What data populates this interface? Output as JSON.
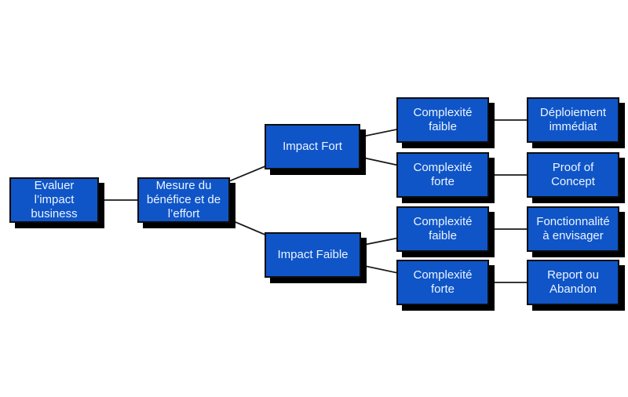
{
  "diagram": {
    "type": "flowchart",
    "language": "fr",
    "colors": {
      "background": "#ffffff",
      "node_fill": "#0f55c7",
      "node_text": "#edf4ff",
      "node_border": "#0d0d0d",
      "shadow": "#000000",
      "connector": "#1a1a1a"
    },
    "nodes": {
      "evaluer": {
        "label": "Evaluer\nl’impact\nbusiness"
      },
      "mesure": {
        "label": "Mesure du\nbénéfice et de\nl’effort"
      },
      "fort": {
        "label": "Impact Fort"
      },
      "faible": {
        "label": "Impact Faible"
      },
      "cf1": {
        "label": "Complexité\nfaible"
      },
      "ct1": {
        "label": "Complexité\nforte"
      },
      "cf2": {
        "label": "Complexité\nfaible"
      },
      "ct2": {
        "label": "Complexité\nforte"
      },
      "deploiement": {
        "label": "Déploiement\nimmédiat"
      },
      "poc": {
        "label": "Proof of\nConcept"
      },
      "fonctionnalite": {
        "label": "Fonctionnalité\nà envisager"
      },
      "report": {
        "label": "Report ou\nAbandon"
      }
    },
    "edges": [
      {
        "from": "evaluer",
        "to": "mesure"
      },
      {
        "from": "mesure",
        "to": "fort"
      },
      {
        "from": "mesure",
        "to": "faible"
      },
      {
        "from": "fort",
        "to": "cf1"
      },
      {
        "from": "fort",
        "to": "ct1"
      },
      {
        "from": "faible",
        "to": "cf2"
      },
      {
        "from": "faible",
        "to": "ct2"
      },
      {
        "from": "cf1",
        "to": "deploiement"
      },
      {
        "from": "ct1",
        "to": "poc"
      },
      {
        "from": "cf2",
        "to": "fonctionnalite"
      },
      {
        "from": "ct2",
        "to": "report"
      }
    ]
  }
}
